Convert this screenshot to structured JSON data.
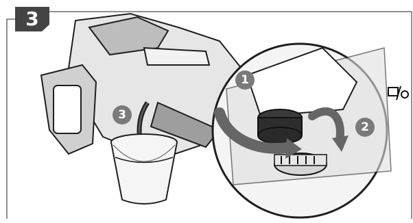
{
  "step": {
    "number": "3"
  },
  "callouts": [
    {
      "id": "callout-1",
      "label": "1"
    },
    {
      "id": "callout-2",
      "label": "2"
    },
    {
      "id": "callout-3",
      "label": "3"
    }
  ],
  "colors": {
    "badge": "#444444",
    "callout": "#7a7a7a",
    "line": "#222222",
    "tank": "#d9d9d9",
    "watermark": "#c8102e"
  },
  "icons": [
    "drain-plug-icon",
    "rotate-arrow-icon",
    "bucket-icon"
  ]
}
